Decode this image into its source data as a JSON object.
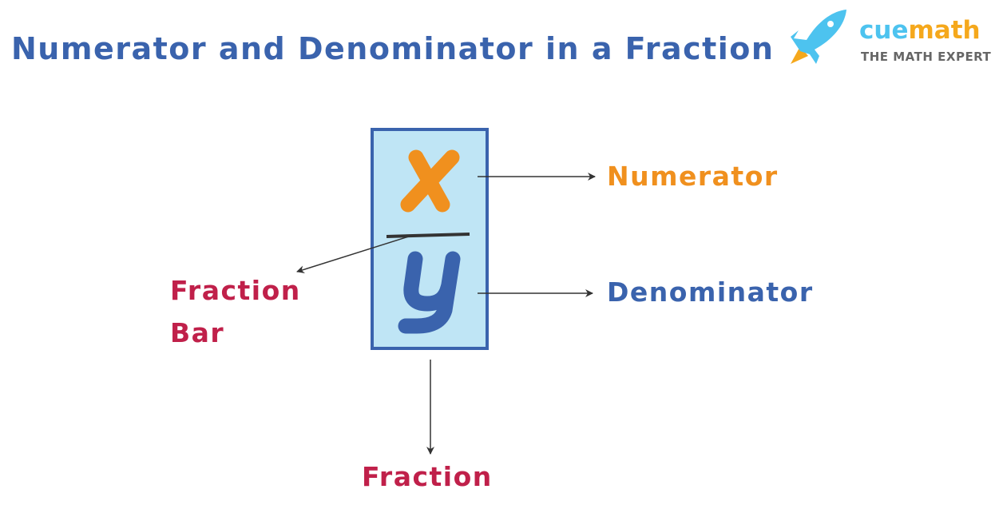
{
  "title": "Numerator and Denominator in a Fraction",
  "logo": {
    "brand_part1": "cue",
    "brand_part2": "math",
    "tagline": "THE MATH EXPERT"
  },
  "fraction": {
    "numerator": "x",
    "denominator": "y"
  },
  "labels": {
    "numerator": "Numerator",
    "denominator": "Denominator",
    "fraction_bar_line1": "Fraction",
    "fraction_bar_line2": "Bar",
    "fraction": "Fraction"
  },
  "colors": {
    "title": "#3a63ad",
    "numerator": "#f0901e",
    "denominator": "#3a63ad",
    "red": "#c0204a",
    "box_fill": "#bfe5f5",
    "box_border": "#3a63ad",
    "logo_blue": "#4dc3ef",
    "logo_orange": "#f5a81c"
  }
}
